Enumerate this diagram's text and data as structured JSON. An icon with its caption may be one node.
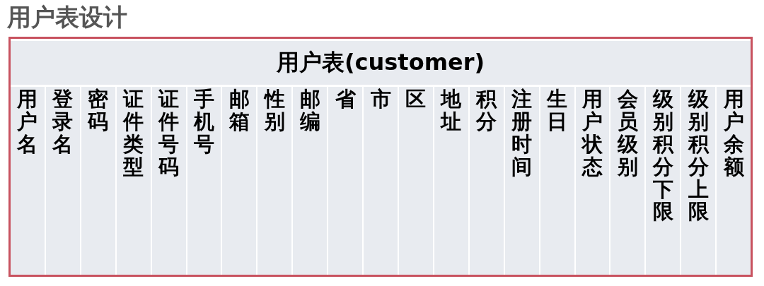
{
  "diagram": {
    "title": "用户表设计",
    "nodes": [
      {
        "text": [
          "用户表(customer)"
        ]
      },
      {
        "text": [
          "用户名"
        ],
        "in": 0
      },
      {
        "text": [
          "登录名"
        ],
        "in": 0
      },
      {
        "text": [
          "密码"
        ],
        "in": 0
      },
      {
        "text": [
          "证件类型"
        ],
        "in": 0
      },
      {
        "text": [
          "证件号码"
        ],
        "in": 0
      },
      {
        "text": [
          "手机号"
        ],
        "in": 0
      },
      {
        "text": [
          "邮箱"
        ],
        "in": 0
      },
      {
        "text": [
          "性别"
        ],
        "in": 0
      },
      {
        "text": [
          "邮编"
        ],
        "in": 0
      },
      {
        "text": [
          "省"
        ],
        "in": 0
      },
      {
        "text": [
          "市"
        ],
        "in": 0
      },
      {
        "text": [
          "区"
        ],
        "in": 0
      },
      {
        "text": [
          "地址"
        ],
        "in": 0
      },
      {
        "text": [
          "积分"
        ],
        "in": 0
      },
      {
        "text": [
          "注册时间"
        ],
        "in": 0
      },
      {
        "text": [
          "生日"
        ],
        "in": 0
      },
      {
        "text": [
          "用户状态"
        ],
        "in": 0
      },
      {
        "text": [
          "会员级别"
        ],
        "in": 0
      },
      {
        "text": [
          "级别积分下限"
        ],
        "in": 0
      },
      {
        "text": [
          "级别积分上限"
        ],
        "in": 0
      },
      {
        "text": [
          "用户余额"
        ],
        "in": 0
      }
    ]
  }
}
